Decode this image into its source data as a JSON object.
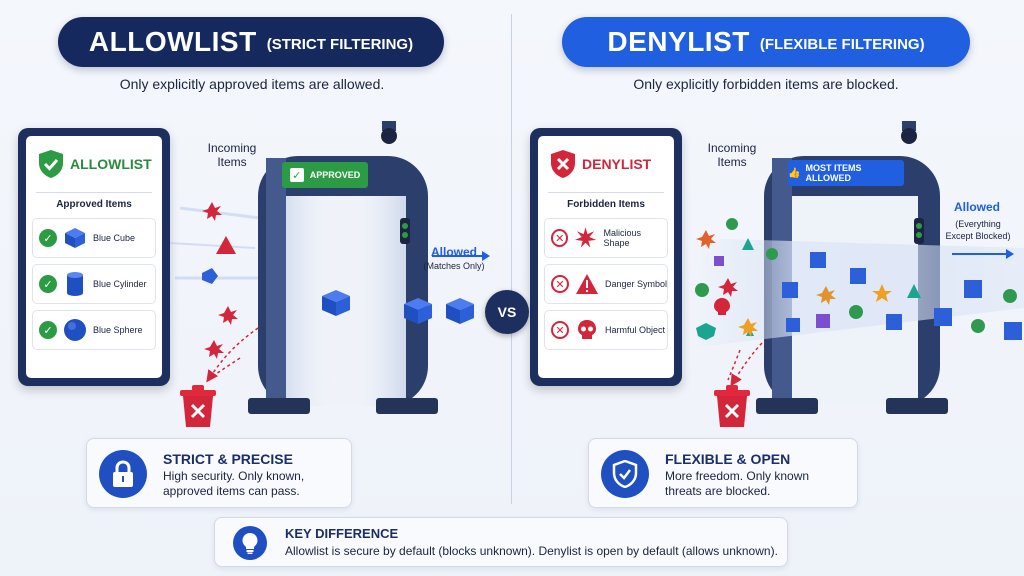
{
  "left": {
    "pill_big": "ALLOWLIST",
    "pill_small": "(STRICT FILTERING)",
    "subtitle": "Only explicitly approved items are allowed.",
    "card_title": "ALLOWLIST",
    "card_subtitle": "Approved Items",
    "items": [
      {
        "label": "Blue Cube",
        "icon": "blue-cube-icon"
      },
      {
        "label": "Blue Cylinder",
        "icon": "blue-cylinder-icon"
      },
      {
        "label": "Blue Sphere",
        "icon": "blue-sphere-icon"
      }
    ],
    "incoming": "Incoming\nItems",
    "sign": "APPROVED",
    "allowed": "Allowed",
    "allowed_sub": "(Matches Only)",
    "box_title": "STRICT & PRECISE",
    "box_text": "High security. Only known, approved items can pass."
  },
  "right": {
    "pill_big": "DENYLIST",
    "pill_small": "(FLEXIBLE FILTERING)",
    "subtitle": "Only explicitly forbidden items are blocked.",
    "card_title": "DENYLIST",
    "card_subtitle": "Forbidden Items",
    "items": [
      {
        "label": "Malicious Shape",
        "icon": "malicious-shape-icon"
      },
      {
        "label": "Danger Symbol",
        "icon": "danger-symbol-icon"
      },
      {
        "label": "Harmful Object",
        "icon": "skull-icon"
      }
    ],
    "incoming": "Incoming\nItems",
    "sign": "MOST ITEMS ALLOWED",
    "allowed": "Allowed",
    "allowed_sub": "(Everything\nExcept Blocked)",
    "box_title": "FLEXIBLE & OPEN",
    "box_text": "More freedom. Only known threats are blocked."
  },
  "vs": "VS",
  "key": {
    "title": "KEY DIFFERENCE",
    "text": "Allowlist is secure by default (blocks unknown). Denylist is open by default (allows unknown)."
  },
  "colors": {
    "navy": "#16295f",
    "blue": "#1f5fe0",
    "green": "#2a8a3e",
    "red": "#d3263a"
  }
}
